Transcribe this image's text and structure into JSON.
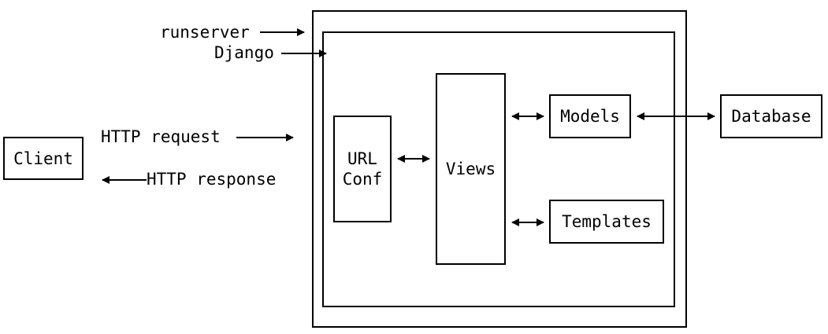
{
  "labels": {
    "runserver": "runserver",
    "django": "Django",
    "http_request": "HTTP request",
    "http_response": "HTTP response"
  },
  "boxes": {
    "client": "Client",
    "urlconf": "URL\nConf",
    "views": "Views",
    "models": "Models",
    "templates": "Templates",
    "database": "Database"
  }
}
